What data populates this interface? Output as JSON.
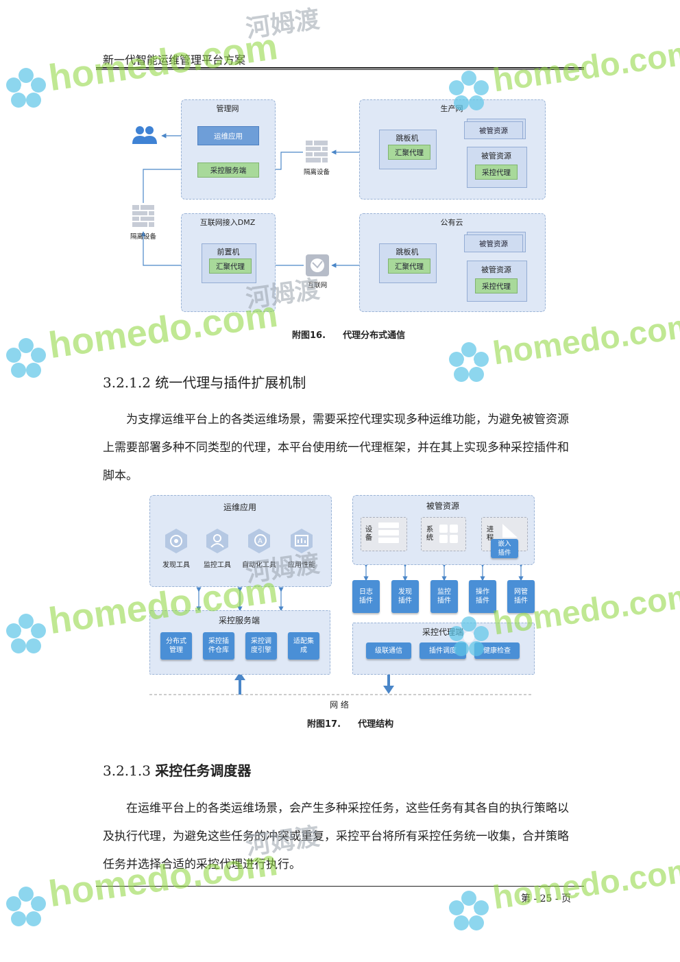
{
  "header": {
    "title": "新一代智能运维管理平台方案"
  },
  "figure16": {
    "caption_num": "附图16.",
    "caption_text": "代理分布式通信",
    "mgmt_zone": "管理网",
    "ops_app": "运维应用",
    "collect_server": "采控服务端",
    "prod_zone": "生产网",
    "jump_host": "跳板机",
    "agg_agent": "汇聚代理",
    "managed_res": "被管资源",
    "collect_agent": "采控代理",
    "isolation_device": "隔离设备",
    "dmz_zone": "互联网接入DMZ",
    "front_host": "前置机",
    "public_cloud": "公有云",
    "internet": "互联网"
  },
  "section_3_2_1_2": {
    "num": "3.2.1.2",
    "title": "统一代理与插件扩展机制",
    "body": "为支撑运维平台上的各类运维场景，需要采控代理实现多种运维功能，为避免被管资源上需要部署多种不同类型的代理，本平台使用统一代理框架，并在其上实现多种采控插件和脚本。"
  },
  "figure17": {
    "caption_num": "附图17.",
    "caption_text": "代理结构",
    "ops_app": "运维应用",
    "tools": [
      {
        "label": "发现工具",
        "icon": "discovery-icon"
      },
      {
        "label": "监控工具",
        "icon": "monitor-icon"
      },
      {
        "label": "自动化工具",
        "icon": "automation-icon"
      },
      {
        "label": "应用性能",
        "icon": "app-performance-icon"
      }
    ],
    "collect_server": "采控服务端",
    "server_modules": [
      "分布式\n管理",
      "采控插\n件仓库",
      "采控调\n度引擎",
      "适配集\n成"
    ],
    "managed_res": "被管资源",
    "res_device": "设\n备",
    "res_system": "系\n统",
    "res_process": "进\n程",
    "embed_plugin": "嵌入\n插件",
    "plugins": [
      "日志\n插件",
      "发现\n插件",
      "监控\n插件",
      "操作\n插件",
      "网管\n插件"
    ],
    "agent_side": "采控代理端",
    "agent_modules": [
      "级联通信",
      "插件调度",
      "健康检查"
    ],
    "network": "网 络"
  },
  "section_3_2_1_3": {
    "num": "3.2.1.3",
    "title": "采控任务调度器",
    "body": "在运维平台上的各类运维场景，会产生多种采控任务，这些任务有其各自的执行策略以及执行代理，为避免这些任务的冲突或重复，采控平台将所有采控任务统一收集，合并策略任务并选择合适的采控代理进行执行。"
  },
  "footer": {
    "page": "第 - 25 - 页"
  },
  "watermark": {
    "brand": "homedo.com",
    "cn": "河姆渡"
  },
  "colors": {
    "zone": "#dfe8f6",
    "green_box": "#a8d99a",
    "blue_box": "#6e9ed8",
    "plugin": "#4a8fd6",
    "watermark": "#8dd63b"
  }
}
